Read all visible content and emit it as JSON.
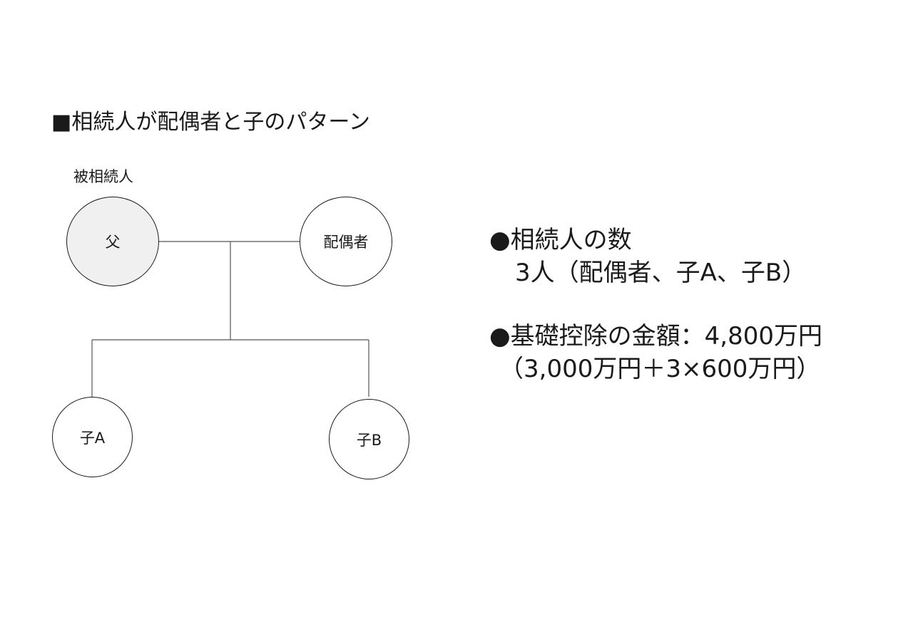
{
  "title": "■相続人が配偶者と子のパターン",
  "diagram": {
    "deceased_label": "被相続人",
    "nodes": {
      "father": "父",
      "spouse": "配偶者",
      "child_a": "子A",
      "child_b": "子B"
    },
    "colors": {
      "deceased_fill": "#f0f0f0",
      "line": "#555555"
    }
  },
  "info": {
    "heirs_heading": "●相続人の数",
    "heirs_detail": "3人（配偶者、子A、子B）",
    "deduction_heading": "●基礎控除の金額：4,800万円",
    "deduction_detail": "（3,000万円＋3×600万円）"
  }
}
